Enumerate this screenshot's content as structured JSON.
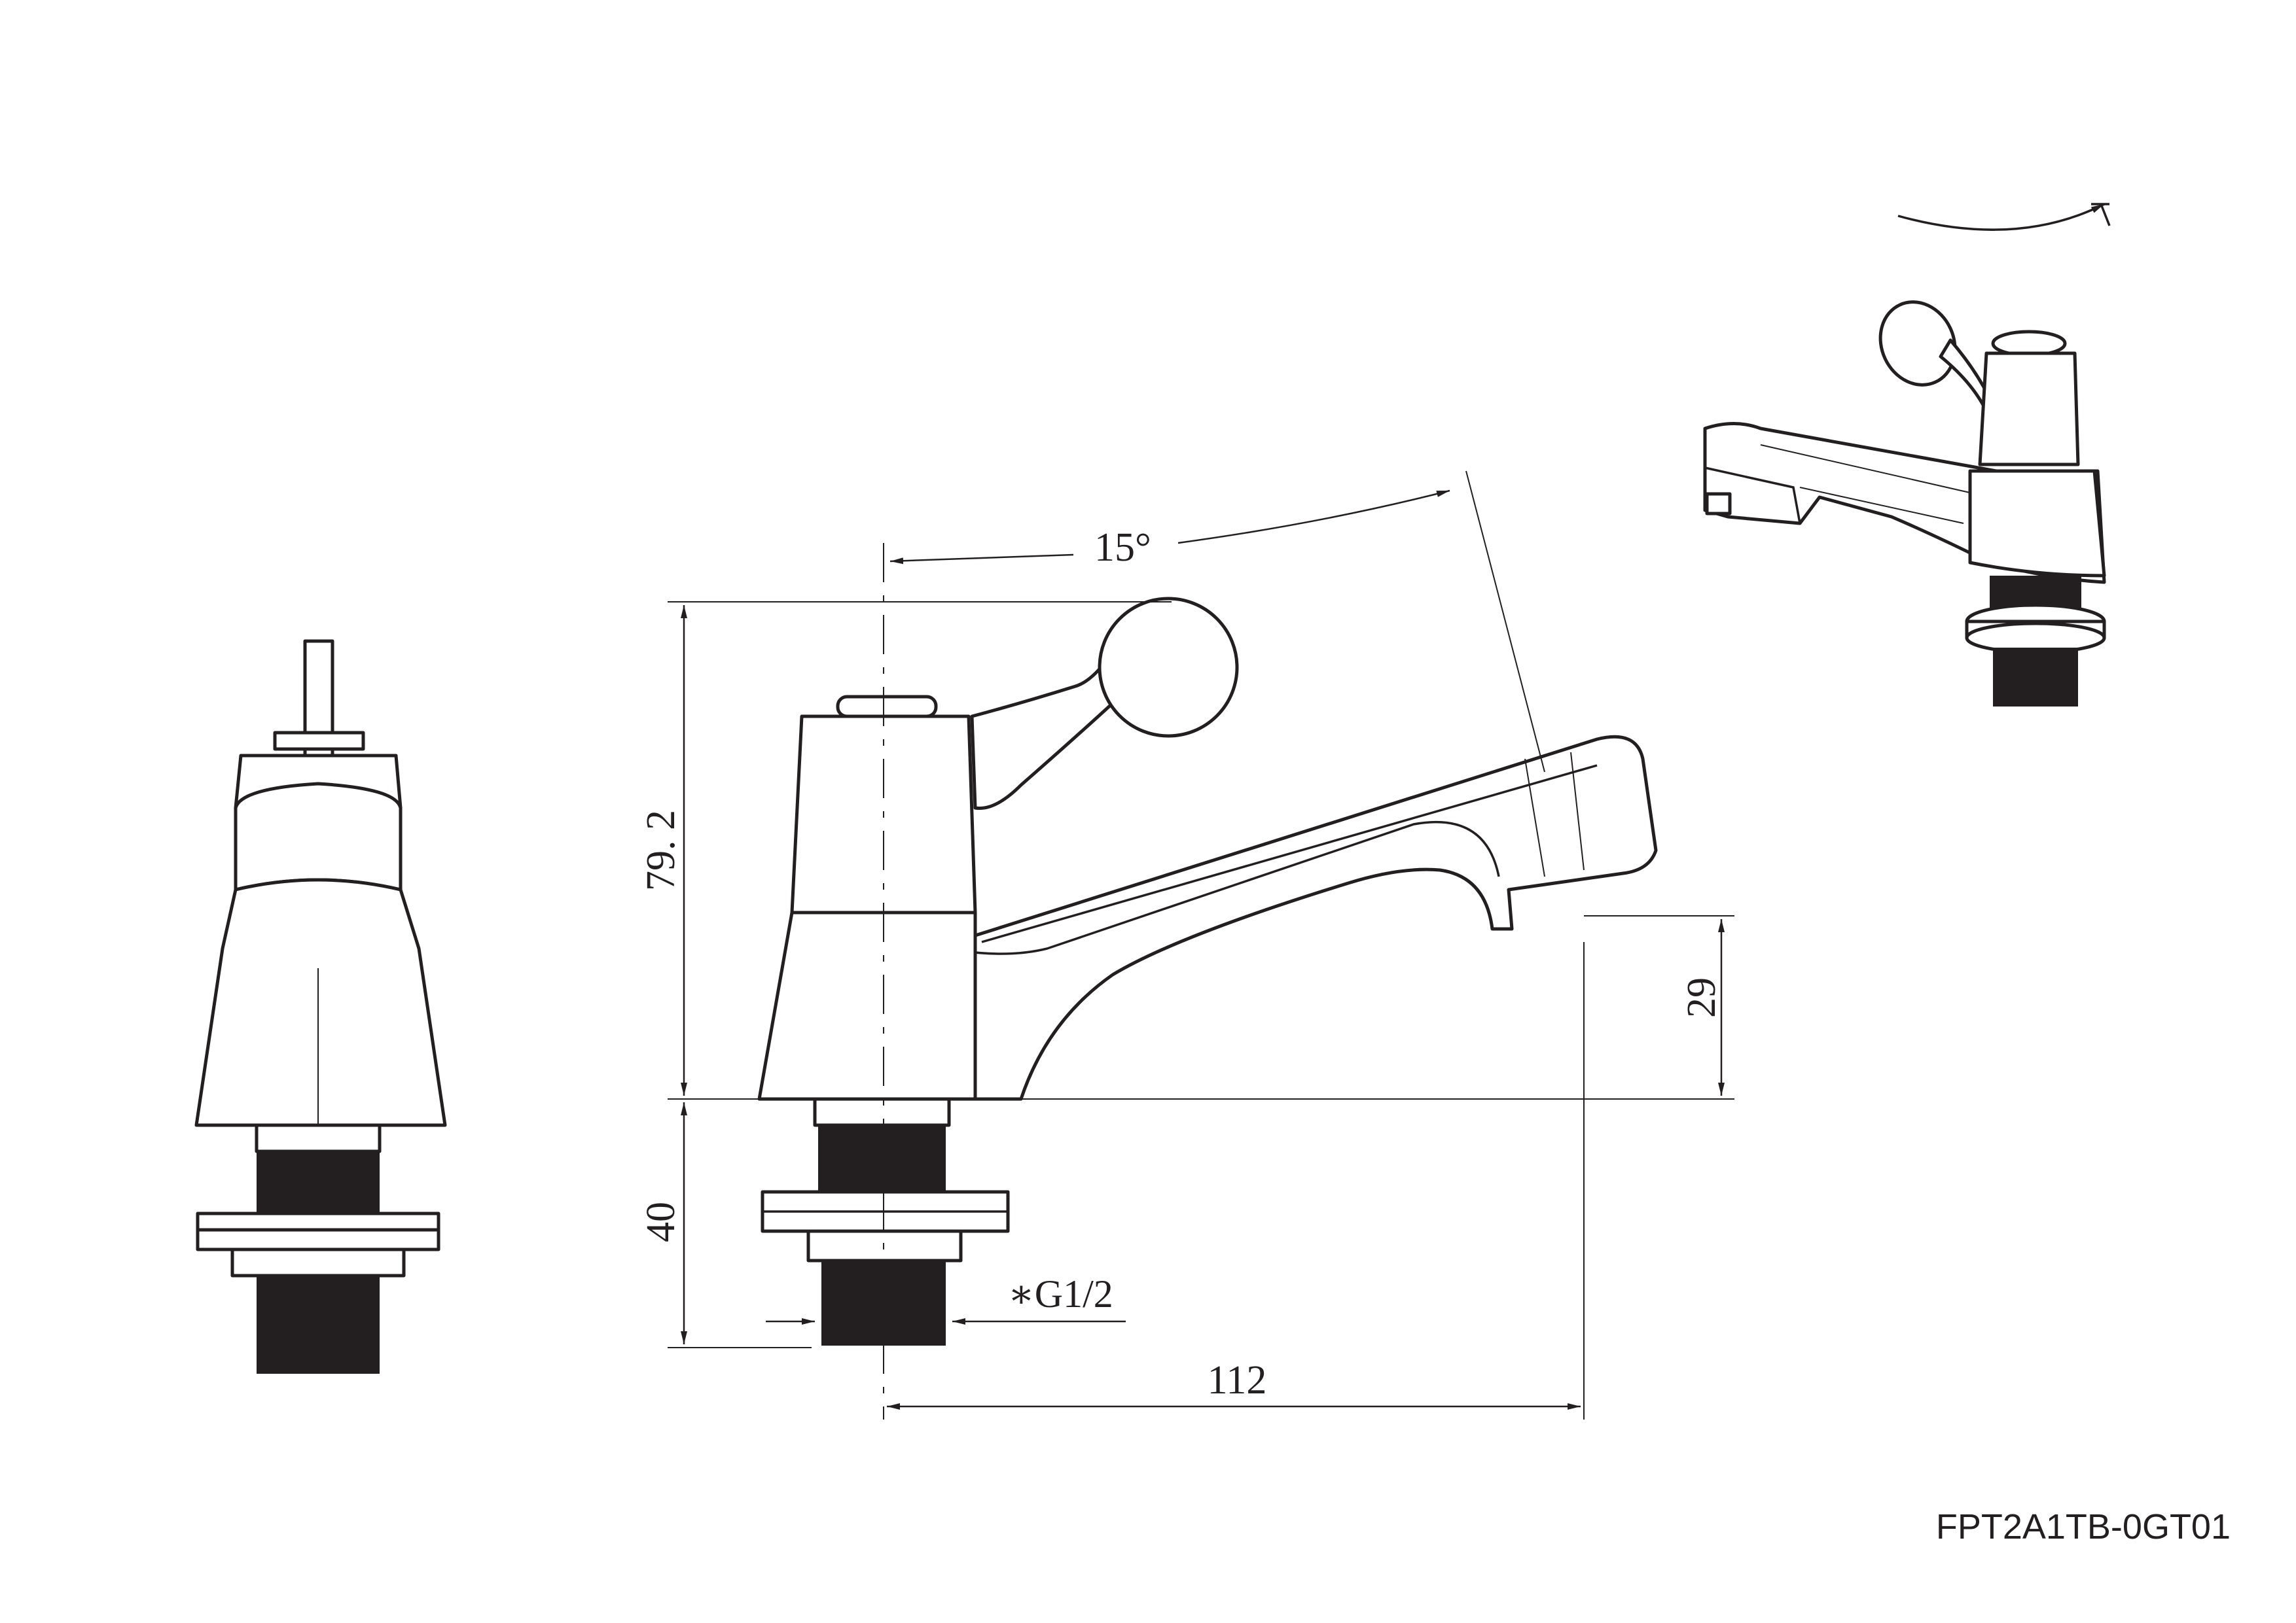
{
  "dimensions": {
    "angle": "15°",
    "height_body": "79. 2",
    "height_shank": "40",
    "spout_height": "29",
    "spout_reach": "112",
    "thread": "∗G1/2"
  },
  "model_code": "FPT2A1TB-0GT01"
}
